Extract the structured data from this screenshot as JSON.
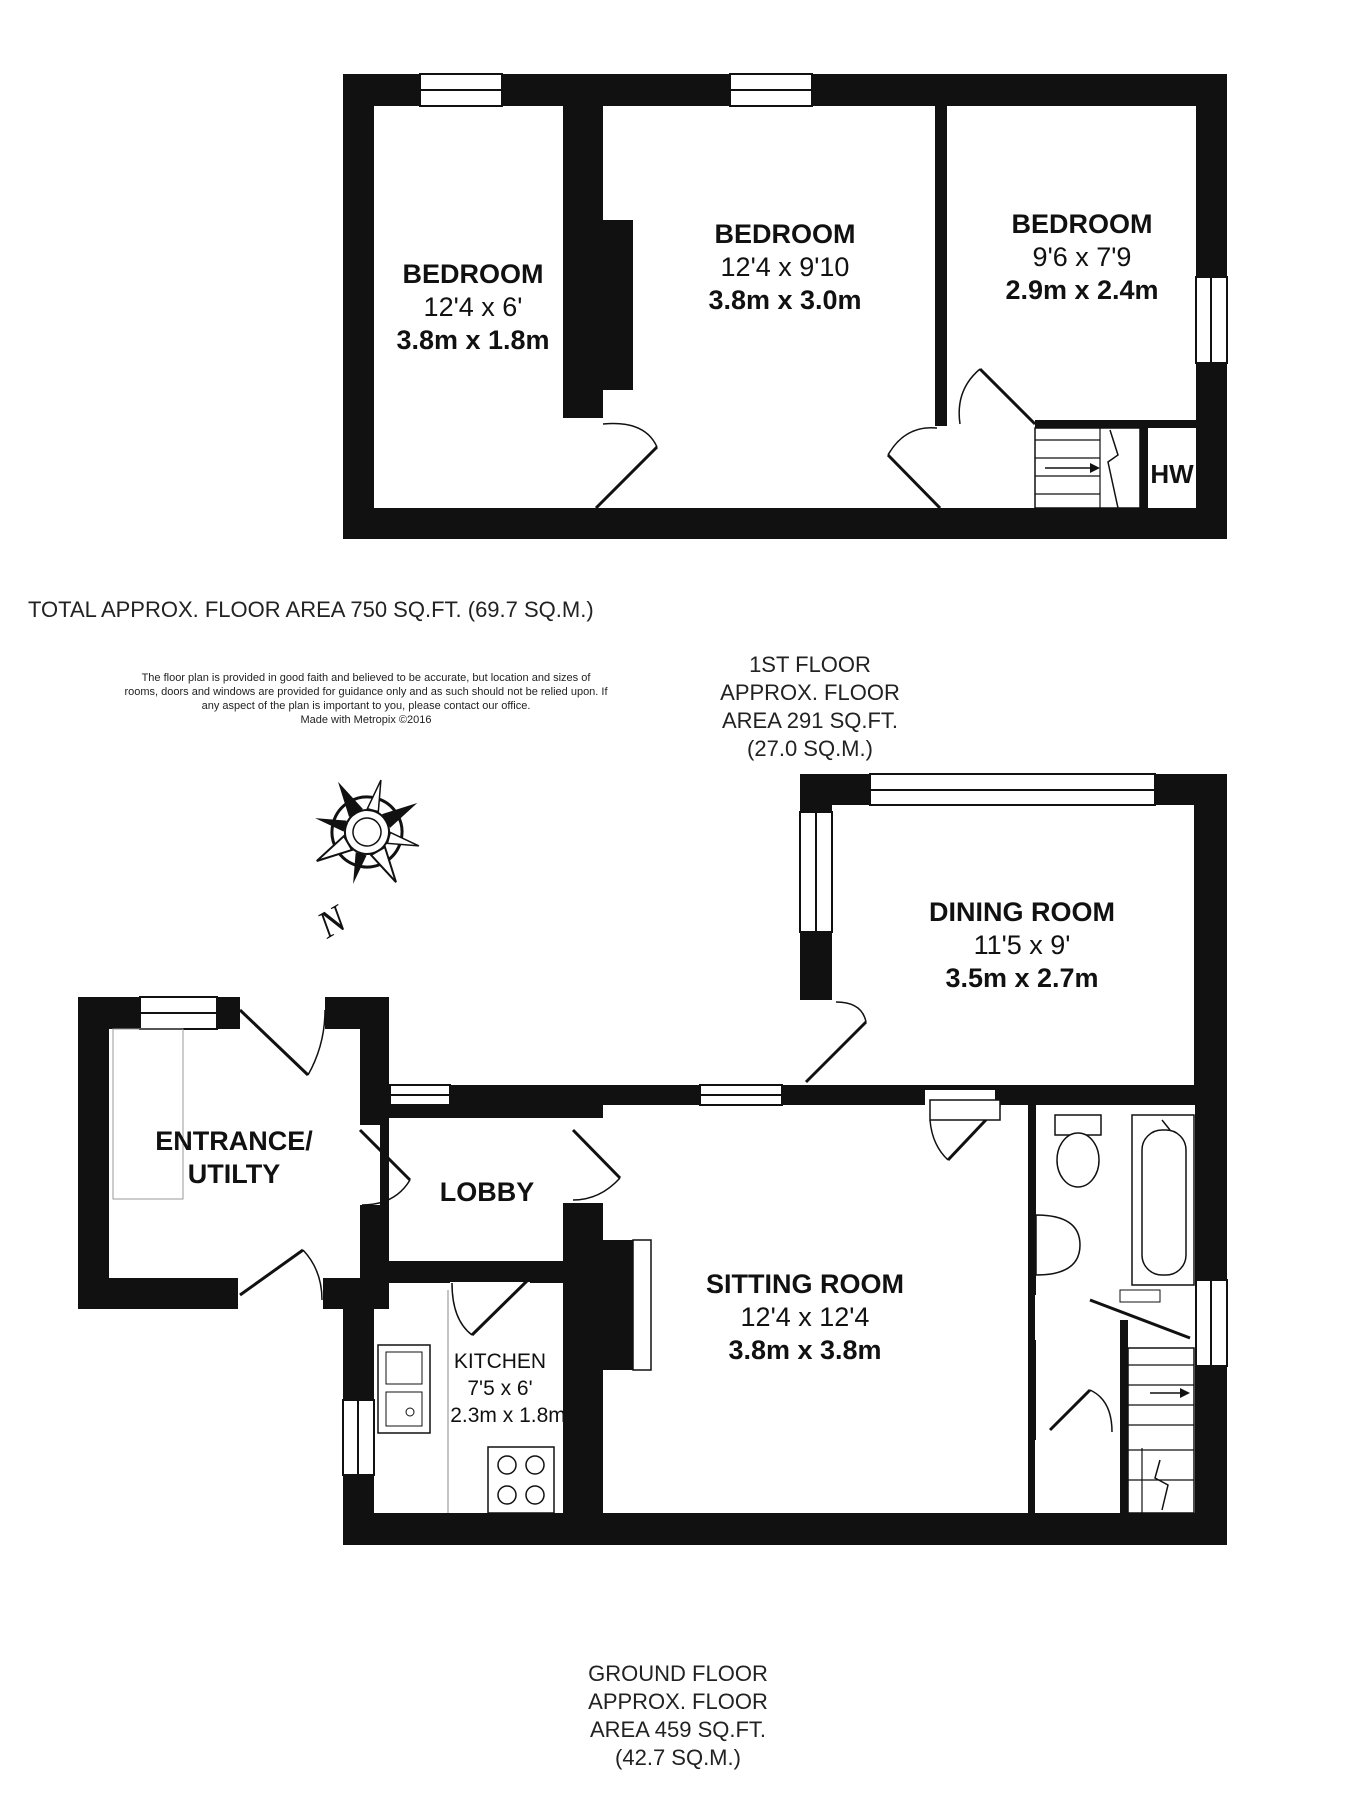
{
  "total_area": "TOTAL APPROX. FLOOR AREA 750 SQ.FT. (69.7 SQ.M.)",
  "disclaimer": [
    "The floor plan is provided in good faith and believed to be accurate, but location and sizes of",
    "rooms, doors and windows are provided for guidance only and as such should not be relied upon. If",
    "any aspect of the plan is important to you, please contact our office.",
    "Made with Metropix ©2016"
  ],
  "first_floor": {
    "caption": [
      "1ST FLOOR",
      "APPROX. FLOOR",
      "AREA 291 SQ.FT.",
      "(27.0 SQ.M.)"
    ],
    "rooms": [
      {
        "name": "BEDROOM",
        "imperial": "12'4 x 6'",
        "metric": "3.8m x 1.8m"
      },
      {
        "name": "BEDROOM",
        "imperial": "12'4 x 9'10",
        "metric": "3.8m x 3.0m"
      },
      {
        "name": "BEDROOM",
        "imperial": "9'6 x 7'9",
        "metric": "2.9m x 2.4m"
      }
    ],
    "hw_label": "HW"
  },
  "ground_floor": {
    "caption": [
      "GROUND FLOOR",
      "APPROX. FLOOR",
      "AREA 459 SQ.FT.",
      "(42.7 SQ.M.)"
    ],
    "dining": {
      "name": "DINING ROOM",
      "imperial": "11'5 x 9'",
      "metric": "3.5m x 2.7m"
    },
    "sitting": {
      "name": "SITTING ROOM",
      "imperial": "12'4 x 12'4",
      "metric": "3.8m x 3.8m"
    },
    "kitchen": {
      "name": "KITCHEN",
      "imperial": "7'5 x 6'",
      "metric": "2.3m x 1.8m"
    },
    "entrance": [
      "ENTRANCE/",
      "UTILTY"
    ],
    "lobby": "LOBBY"
  },
  "compass": {
    "label": "N",
    "icon": "compass-rose-icon"
  },
  "colors": {
    "wall": "#111111",
    "background": "#ffffff"
  }
}
